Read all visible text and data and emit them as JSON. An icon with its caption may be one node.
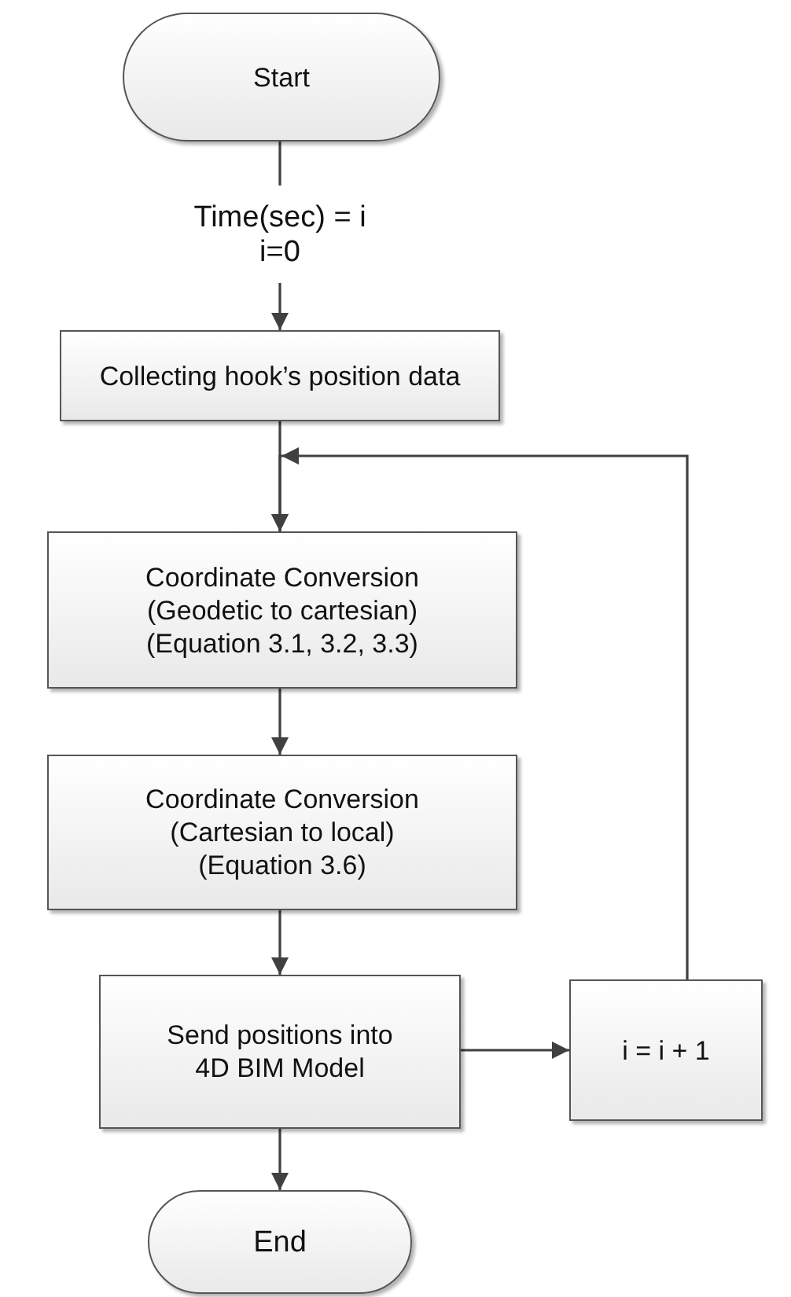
{
  "diagram": {
    "nodes": [
      {
        "text": [
          "Start"
        ]
      },
      {
        "text": [
          "Collecting hook’s position data"
        ]
      },
      {
        "text": [
          "Coordinate Conversion (Geodetic to cartesian) (Equation 3.1, 3.2, 3.3)"
        ]
      },
      {
        "text": [
          "Coordinate Conversion (Cartesian to local) (Equation 3.6)"
        ]
      },
      {
        "text": [
          "Send positions into 4D BIM Model"
        ]
      },
      {
        "text": [
          "End"
        ]
      },
      {
        "text": [
          "i = i + 1"
        ]
      }
    ],
    "edges": [
      {
        "from": 0,
        "to": 1,
        "arrow": "to",
        "label": "Time(sec) = i i=0"
      },
      {
        "from": 1,
        "to": 2,
        "arrow": "to"
      },
      {
        "from": 2,
        "to": 3,
        "arrow": "to"
      },
      {
        "from": 3,
        "to": 4,
        "arrow": "to"
      },
      {
        "from": 4,
        "to": 5,
        "arrow": "to"
      },
      {
        "from": 4,
        "to": 6,
        "arrow": "to"
      },
      {
        "from": 6,
        "to": 2,
        "arrow": "to"
      }
    ]
  }
}
